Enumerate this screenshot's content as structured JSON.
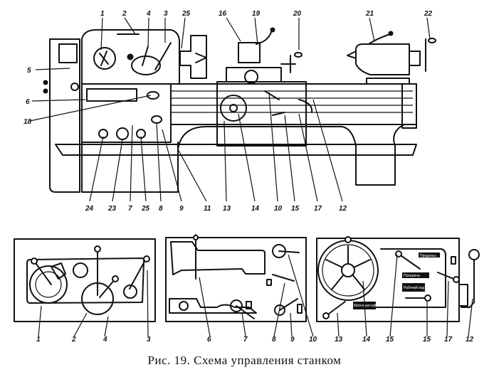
{
  "figure": {
    "caption": "Рис. 19. Схема управления станком",
    "subject": "lathe control diagram"
  },
  "main_view": {
    "callouts_top": [
      "1",
      "2",
      "4",
      "3",
      "25",
      "16",
      "19",
      "20",
      "21",
      "22"
    ],
    "callouts_left": [
      "5",
      "6",
      "18"
    ],
    "callouts_bottom": [
      "24",
      "23",
      "7",
      "25",
      "8",
      "9",
      "11",
      "13",
      "14",
      "10",
      "15",
      "17",
      "12"
    ]
  },
  "detail_panels": [
    {
      "name": "headstock-panel",
      "callouts": [
        "1",
        "2",
        "4",
        "3"
      ]
    },
    {
      "name": "gearbox-panel",
      "callouts": [
        "6",
        "7",
        "8",
        "9",
        "10"
      ]
    },
    {
      "name": "apron-panel",
      "callouts": [
        "13",
        "14",
        "15",
        "15",
        "17",
        "12"
      ],
      "plates": [
        "Продольн.",
        "Поперечн.",
        "Рабочий ход",
        "Маточная гайка"
      ]
    }
  ],
  "colors": {
    "ink": "#111111",
    "paper": "#ffffff"
  }
}
